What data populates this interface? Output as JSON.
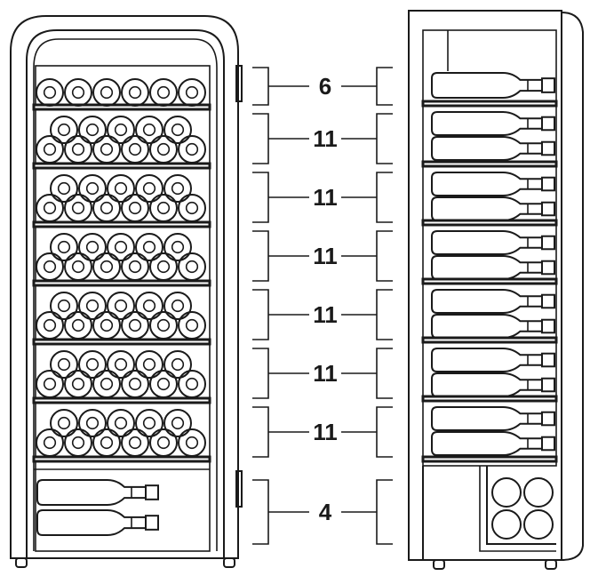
{
  "diagram": {
    "shelves": [
      {
        "count": "6",
        "layout": "single-row"
      },
      {
        "count": "11",
        "layout": "double-row"
      },
      {
        "count": "11",
        "layout": "double-row"
      },
      {
        "count": "11",
        "layout": "double-row"
      },
      {
        "count": "11",
        "layout": "double-row"
      },
      {
        "count": "11",
        "layout": "double-row"
      },
      {
        "count": "11",
        "layout": "double-row"
      },
      {
        "count": "4",
        "layout": "bottom-compartment"
      }
    ],
    "colors": {
      "line": "#1a1a1a",
      "background": "#ffffff"
    }
  }
}
